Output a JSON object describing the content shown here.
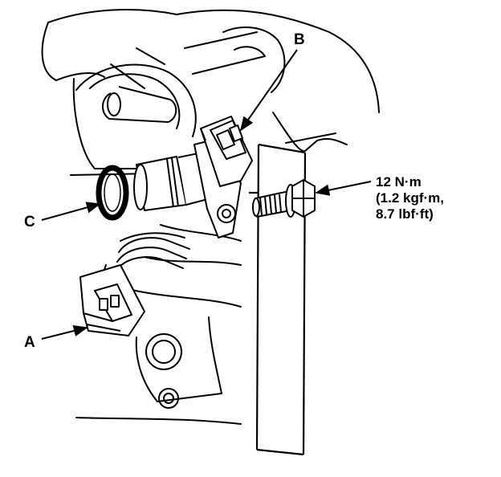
{
  "labels": {
    "a": "A",
    "b": "B",
    "c": "C"
  },
  "torque": {
    "line1": "12 N·m",
    "line2": "(1.2 kgf·m,",
    "line3": "8.7 lbf·ft)"
  },
  "colors": {
    "ink": "#000000",
    "paper": "#ffffff"
  }
}
